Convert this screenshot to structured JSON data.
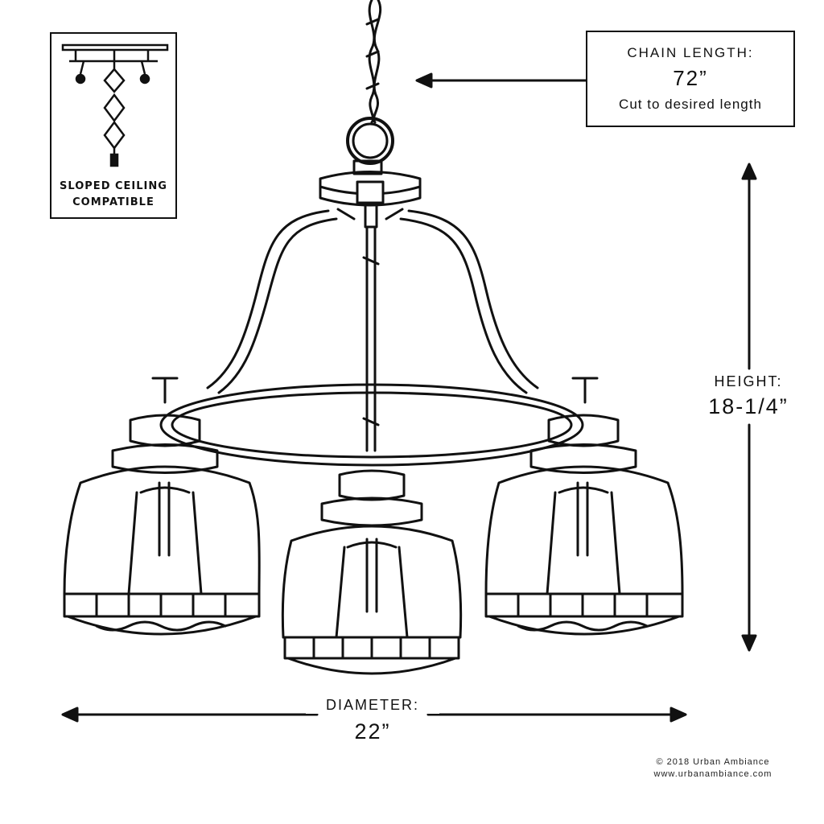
{
  "sloped_ceiling": {
    "line1": "SLOPED CEILING",
    "line2": "COMPATIBLE"
  },
  "chain": {
    "title": "CHAIN LENGTH:",
    "value": "72”",
    "note": "Cut to desired length"
  },
  "height": {
    "title": "HEIGHT:",
    "value": "18-1/4”"
  },
  "diameter": {
    "title": "DIAMETER:",
    "value": "22”"
  },
  "copyright": {
    "line1": "© 2018 Urban Ambiance",
    "line2": "www.urbanambiance.com"
  },
  "product": {
    "lights": 3,
    "style": "line-drawing"
  }
}
